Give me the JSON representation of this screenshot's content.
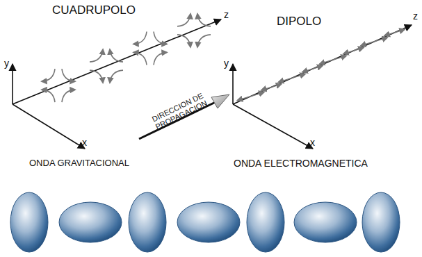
{
  "diagram": {
    "labels": [
      "CUADRUPOLO",
      "y",
      "z",
      "x",
      "DIRECCION DE PROPAGACION",
      "ONDA GRAVITACIONAL",
      "DIPOLO",
      "y",
      "z",
      "x",
      "ONDA ELECTROMAGNETICA"
    ]
  }
}
